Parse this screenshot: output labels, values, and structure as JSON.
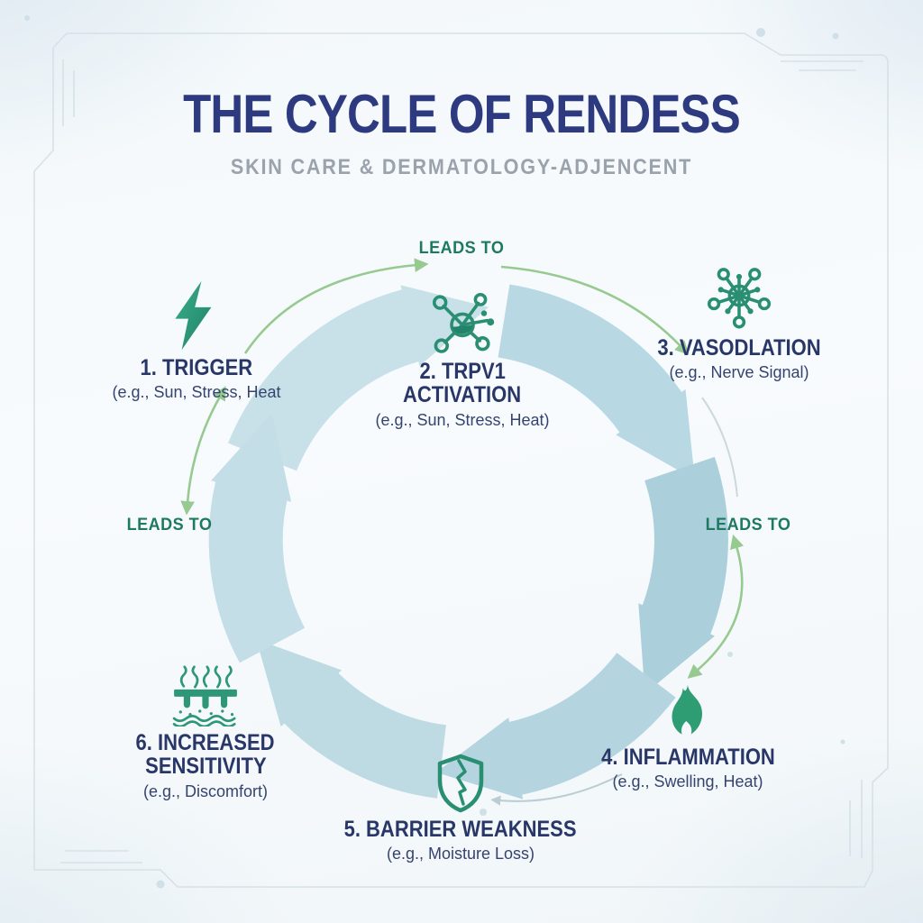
{
  "header": {
    "title": "THE CYCLE OF RENDESS",
    "subtitle": "SKIN CARE & DERMATOLOGY-ADJENCENT"
  },
  "cycle": {
    "connector_labels": {
      "top": "LEADS TO",
      "left": "LEADS TO",
      "right": "LEADS TO"
    },
    "nodes": [
      {
        "icon": "lightning-icon",
        "heading_line1": "1. TRIGGER",
        "caption": "(e.g., Sun, Stress, Heat"
      },
      {
        "icon": "trpv1-receptor-icon",
        "heading_line1": "2. TRPV1",
        "heading_line2": "ACTIVATION",
        "caption": "(e.g., Sun, Stress, Heat)"
      },
      {
        "icon": "vasodilation-nerve-icon",
        "heading_line1": "3. VASODLATION",
        "caption": "(e.g., Nerve Signal)"
      },
      {
        "icon": "flame-icon",
        "heading_line1": "4. INFLAMMATION",
        "caption": "(e.g., Swelling, Heat)"
      },
      {
        "icon": "cracked-shield-icon",
        "heading_line1": "5. BARRIER WEAKNESS",
        "caption": "(e.g., Moisture Loss)"
      },
      {
        "icon": "skin-sensitivity-icon",
        "heading_line1": "6. INCREASED",
        "heading_line2": "SENSITIVITY",
        "caption": "(e.g., Discomfort)"
      }
    ]
  },
  "colors": {
    "title_navy": "#2d3a7f",
    "heading_navy": "#293768",
    "caption_navy": "#35446f",
    "subtitle_gray": "#9aa2ab",
    "leads_to_teal": "#1e7a5f",
    "icon_green": "#2f9c79",
    "ring_blue": "#bedbe4",
    "arc_green": "#96ca90",
    "frame_blue": "#d6e1e8"
  }
}
